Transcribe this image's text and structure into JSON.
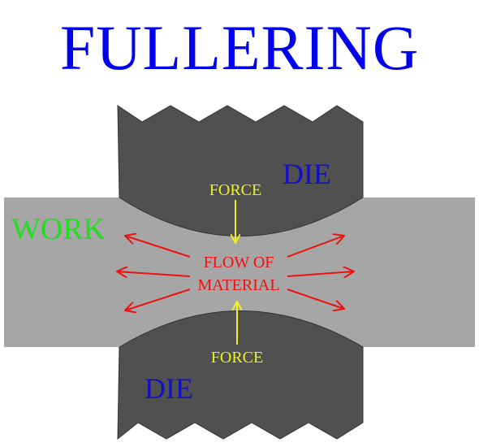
{
  "title": "FULLERING",
  "labels": {
    "top_die": "DIE",
    "bottom_die": "DIE",
    "work": "WORK",
    "force_top": "FORCE",
    "force_bottom": "FORCE",
    "flow_line1": "FLOW OF",
    "flow_line2": "MATERIAL"
  },
  "colors": {
    "background": "#ffffff",
    "title": "#0000ee",
    "die_fill": "#505050",
    "die_stroke": "#333333",
    "work_fill": "#a6a6a6",
    "die_label": "#1010c8",
    "work_label": "#22dd22",
    "force": "#f0f020",
    "flow": "#ee1111"
  }
}
